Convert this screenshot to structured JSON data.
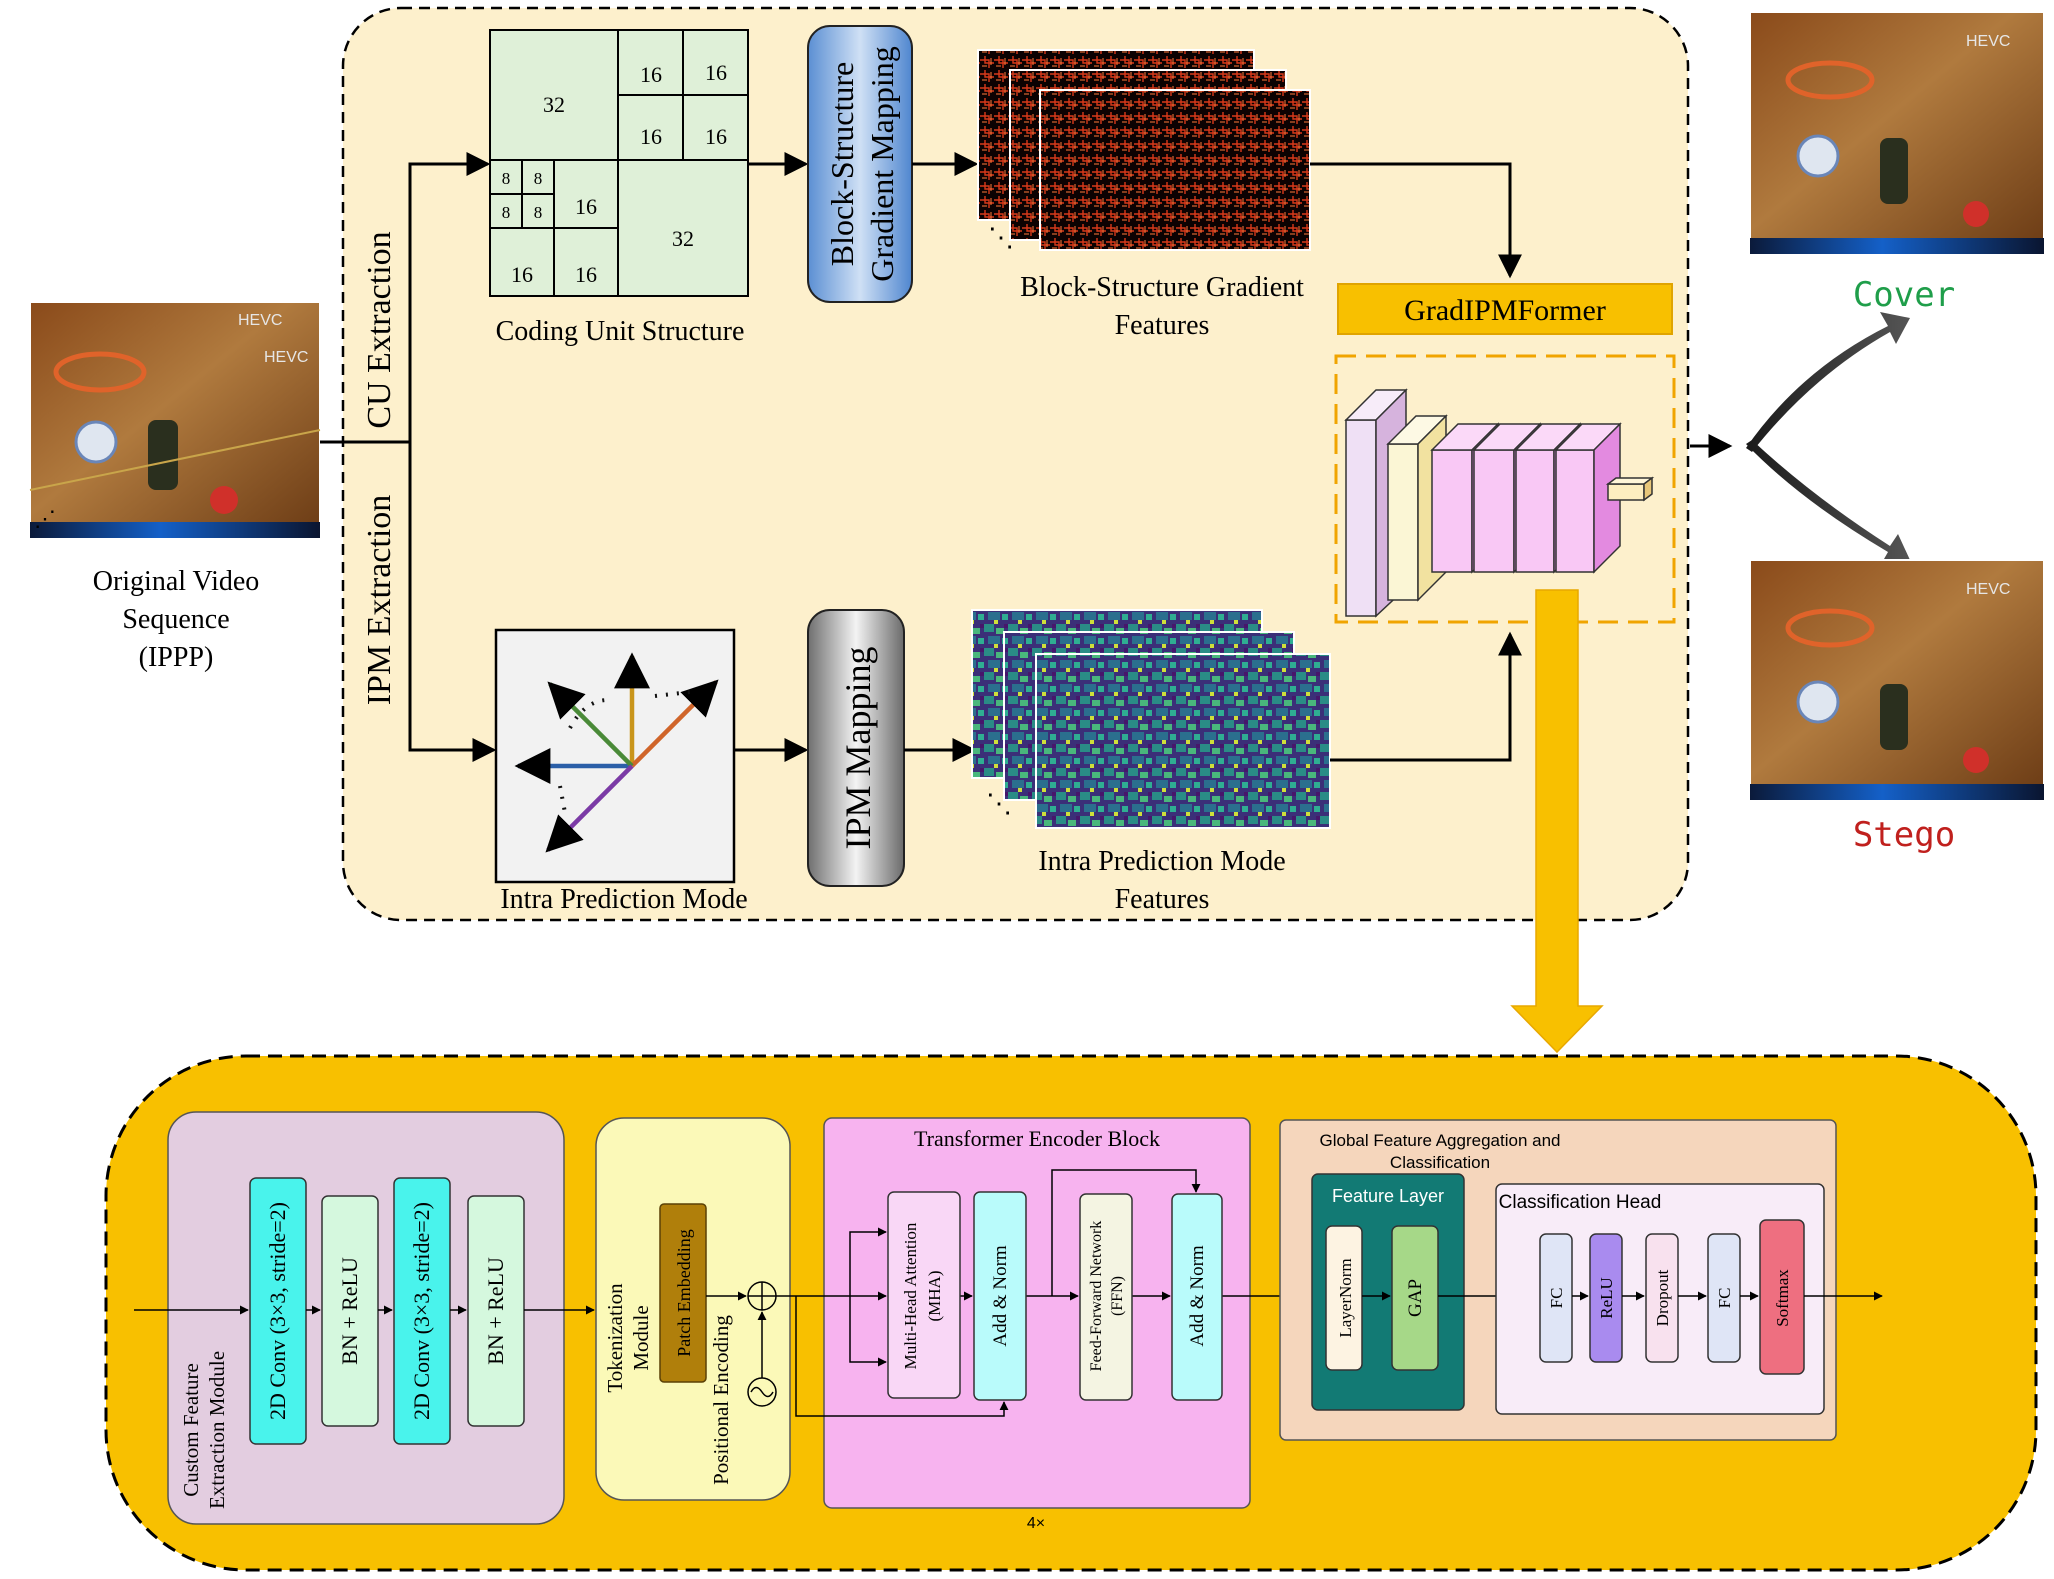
{
  "input": {
    "label_line1": "Original Video",
    "label_line2": "Sequence",
    "label_line3": "(IPPP)",
    "watermark": "HEVC"
  },
  "branches": {
    "cu_extraction": "CU Extraction",
    "ipm_extraction": "IPM Extraction"
  },
  "cu_structure": {
    "caption": "Coding Unit Structure",
    "blocks": [
      "32",
      "16",
      "16",
      "16",
      "16",
      "8",
      "8",
      "8",
      "8",
      "16",
      "16",
      "16",
      "32"
    ]
  },
  "block_mapping": {
    "line1": "Block-Structure",
    "line2": "Gradient Mapping"
  },
  "gradient_features": {
    "line1": "Block-Structure Gradient",
    "line2": "Features"
  },
  "ipm": {
    "caption": "Intra Prediction Mode",
    "mapping": "IPM Mapping",
    "features_line1": "Intra Prediction Mode",
    "features_line2": "Features"
  },
  "model": {
    "name": "GradIPMFormer"
  },
  "outputs": {
    "cover": "Cover",
    "stego": "Stego",
    "cover_color": "#1f9e4a",
    "stego_color": "#c0201d"
  },
  "detail": {
    "custom_module": {
      "title_line1": "Custom Feature",
      "title_line2": "Extraction Module",
      "conv1": "2D Conv (3×3, stride=2)",
      "bn1": "BN + ReLU",
      "conv2": "2D Conv (3×3, stride=2)",
      "bn2": "BN + ReLU"
    },
    "tokenization": {
      "title_line1": "Tokenization",
      "title_line2": "Module",
      "patch": "Patch Embedding",
      "positional": "Positional Encoding"
    },
    "transformer": {
      "title": "Transformer Encoder Block",
      "mha_line1": "Multi-Head Attention",
      "mha_line2": "(MHA)",
      "addnorm1": "Add & Norm",
      "ffn_line1": "Feed-Forward Network",
      "ffn_line2": "(FFN)",
      "addnorm2": "Add & Norm",
      "repeat": "4×"
    },
    "aggregation": {
      "title_line1": "Global Feature Aggregation and",
      "title_line2": "Classification",
      "feature_layer": "Feature Layer",
      "layernorm": "LayerNorm",
      "gap": "GAP",
      "head_title": "Classification Head",
      "fc1": "FC",
      "relu": "ReLU",
      "dropout": "Dropout",
      "fc2": "FC",
      "softmax": "Softmax"
    }
  },
  "colors": {
    "top_panel": "#fdf0cc",
    "bottom_panel": "#f8c000",
    "cu_fill": "#dff0d8",
    "custom_module": "#e3cde0",
    "tokenization": "#fbf9b8",
    "transformer": "#f7b3ef",
    "aggregation": "#f5d6bc",
    "feature_layer": "#127a74",
    "conv": "#49f3ec",
    "bn": "#d5f8de",
    "patch": "#b07f0b",
    "addnorm": "#b9fbfb",
    "softmax": "#ee6f80",
    "relu": "#a98bef"
  }
}
